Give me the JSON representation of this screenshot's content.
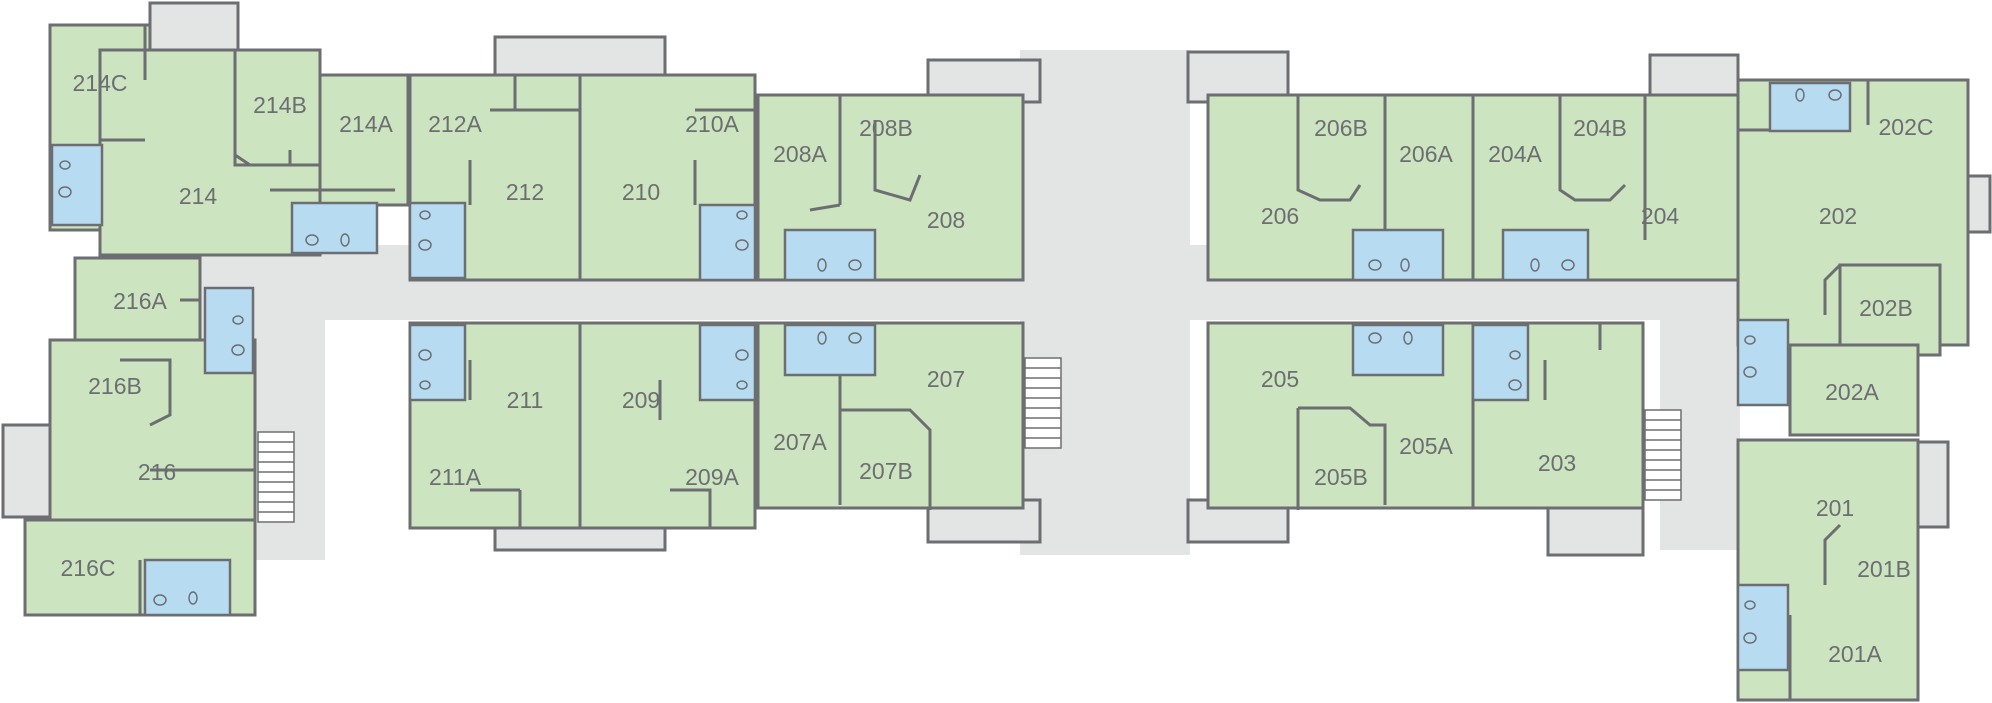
{
  "rooms": {
    "r214C": "214C",
    "r214B": "214B",
    "r214A": "214A",
    "r214": "214",
    "r212A": "212A",
    "r212": "212",
    "r210A": "210A",
    "r210": "210",
    "r208A": "208A",
    "r208B": "208B",
    "r208": "208",
    "r216A": "216A",
    "r216B": "216B",
    "r216": "216",
    "r216C": "216C",
    "r211": "211",
    "r211A": "211A",
    "r209": "209",
    "r209A": "209A",
    "r207": "207",
    "r207A": "207A",
    "r207B": "207B",
    "r206": "206",
    "r206B": "206B",
    "r206A": "206A",
    "r204A": "204A",
    "r204B": "204B",
    "r204": "204",
    "r202": "202",
    "r202C": "202C",
    "r202B": "202B",
    "r202A": "202A",
    "r205": "205",
    "r205B": "205B",
    "r205A": "205A",
    "r203": "203",
    "r201": "201",
    "r201B": "201B",
    "r201A": "201A"
  },
  "colors": {
    "room": "#cde4c0",
    "bathroom": "#b7dcf2",
    "corridor": "#e3e4e4",
    "wall": "#6d6e71"
  }
}
